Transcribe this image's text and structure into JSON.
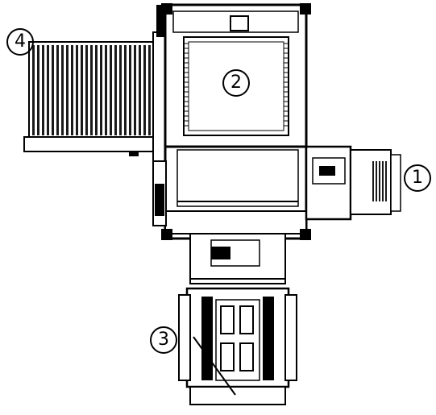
{
  "diagram": {
    "callouts": [
      {
        "id": "1",
        "label": "1"
      },
      {
        "id": "2",
        "label": "2"
      },
      {
        "id": "3",
        "label": "3"
      },
      {
        "id": "4",
        "label": "4"
      }
    ],
    "colors": {
      "line": "#000000",
      "grille": "#1a1a1a",
      "background": "#ffffff"
    }
  }
}
